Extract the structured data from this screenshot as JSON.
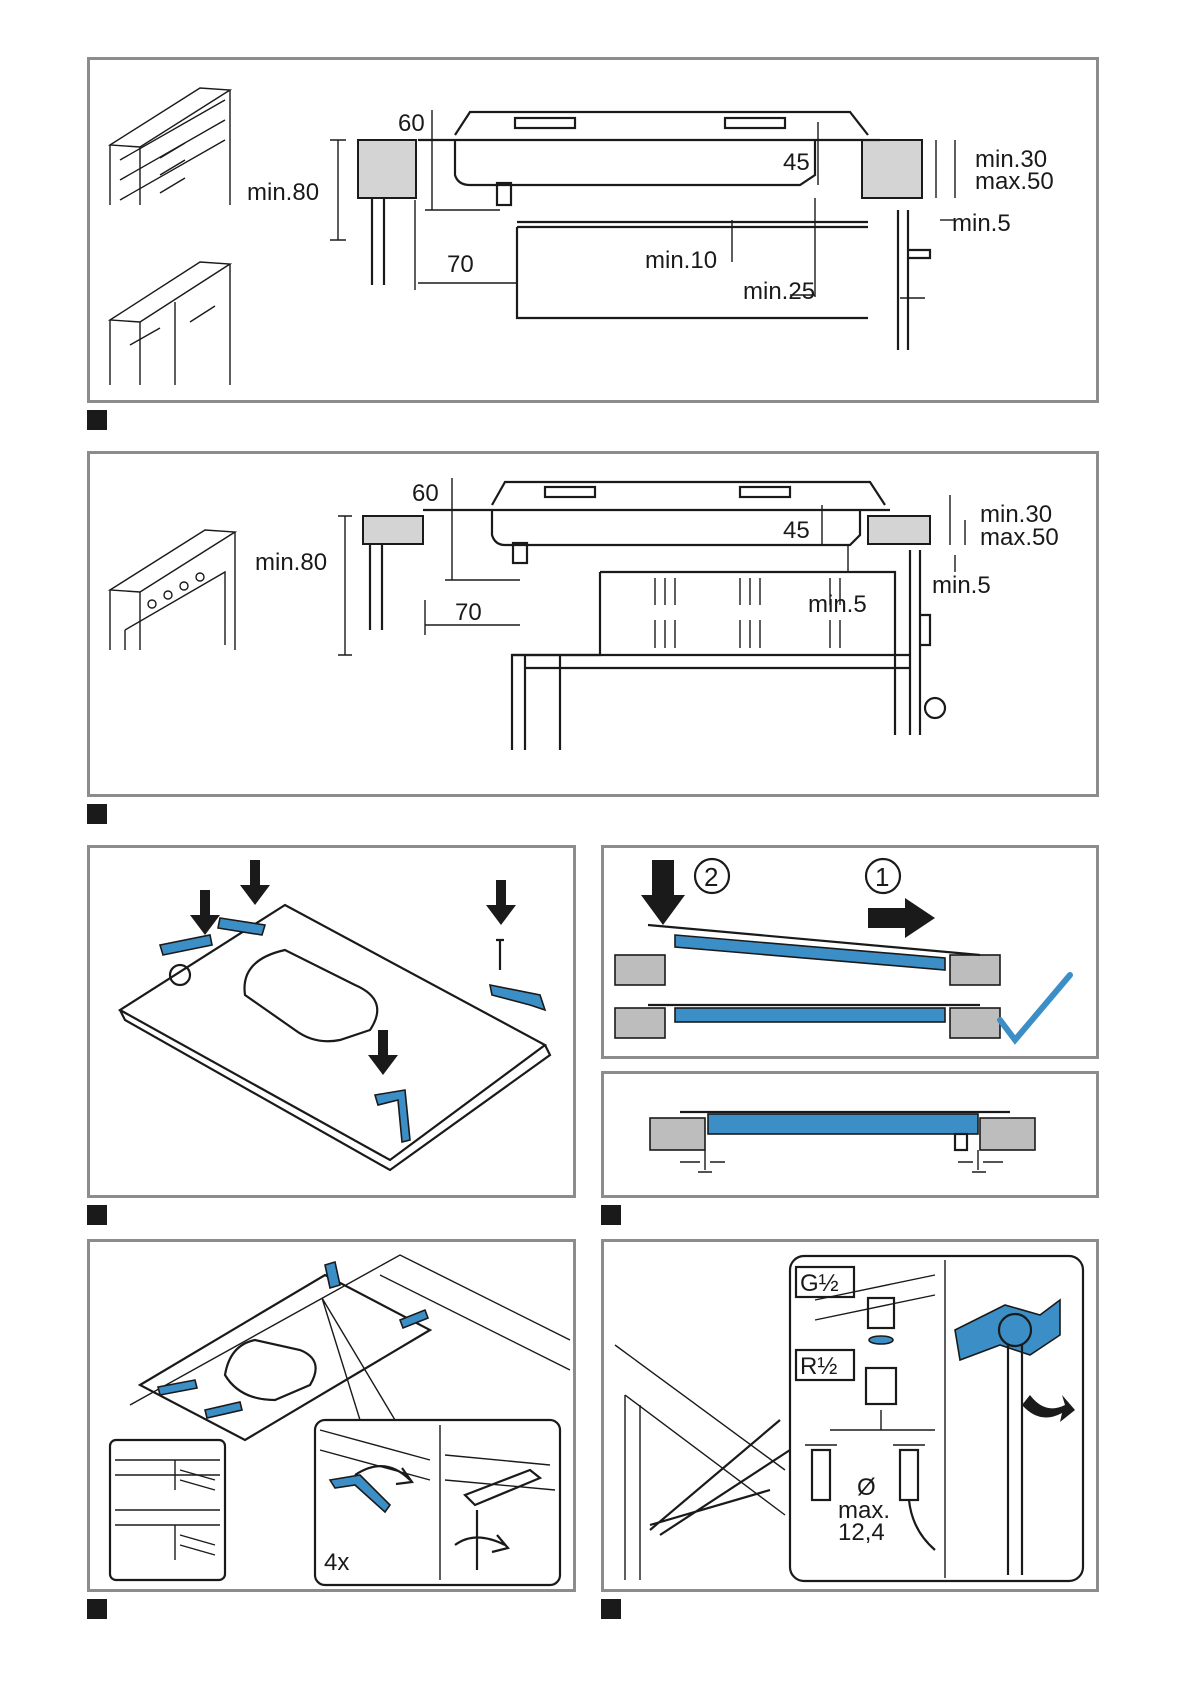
{
  "panel1": {
    "dims": {
      "d60": "60",
      "d45": "45",
      "dmin30": "min.30",
      "dmax50": "max.50",
      "dmin80": "min.80",
      "dmin5": "min.5",
      "d70": "70",
      "dmin10": "min.10",
      "dmin25": "min.25"
    }
  },
  "panel2": {
    "dims": {
      "d60": "60",
      "d45": "45",
      "dmin30": "min.30",
      "dmax50": "max.50",
      "dmin80": "min.80",
      "dmin5_right": "min.5",
      "dmin5_inner": "min.5",
      "d70": "70"
    }
  },
  "panel4": {
    "step1": "1",
    "step2": "2"
  },
  "panel6": {
    "count": "4x"
  },
  "panel7": {
    "thread_g": "G½",
    "thread_r": "R½",
    "diameter": "Ø",
    "max": "max.",
    "max_value": "12,4"
  },
  "colors": {
    "accent_blue": "#3b8fc6",
    "frame_grey": "#8c8c8c",
    "marker": "#1a1a1a"
  }
}
